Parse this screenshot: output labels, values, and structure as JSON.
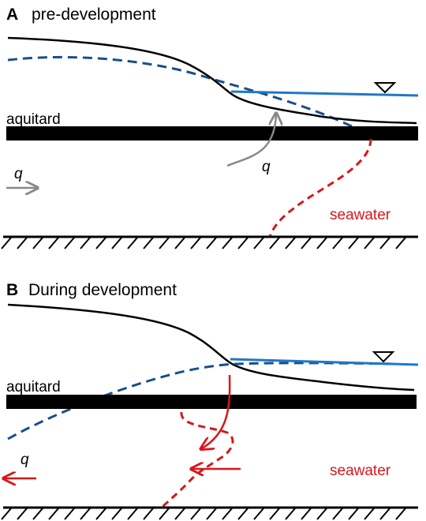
{
  "colors": {
    "groundwater_head": "#1a4e8c",
    "sea_level": "#1f78c8",
    "interface": "#d8161c",
    "flow_arrow_pre": "#888888",
    "flow_arrow_during": "#d8161c",
    "aquitard": "#000000",
    "land_surface": "#000000"
  },
  "icons": {
    "sea_level_marker": "inverted-triangle-icon",
    "bedrock": "hatched-base-icon"
  },
  "panel_a": {
    "letter": "A",
    "title": "pre-development",
    "aquitard_label": "aquitard",
    "flow_label_left": "q",
    "flow_label_upward": "q",
    "seawater_label": "seawater"
  },
  "panel_b": {
    "letter": "B",
    "title": "During development",
    "aquitard_label": "aquitard",
    "flow_label_left": "q",
    "seawater_label": "seawater"
  }
}
